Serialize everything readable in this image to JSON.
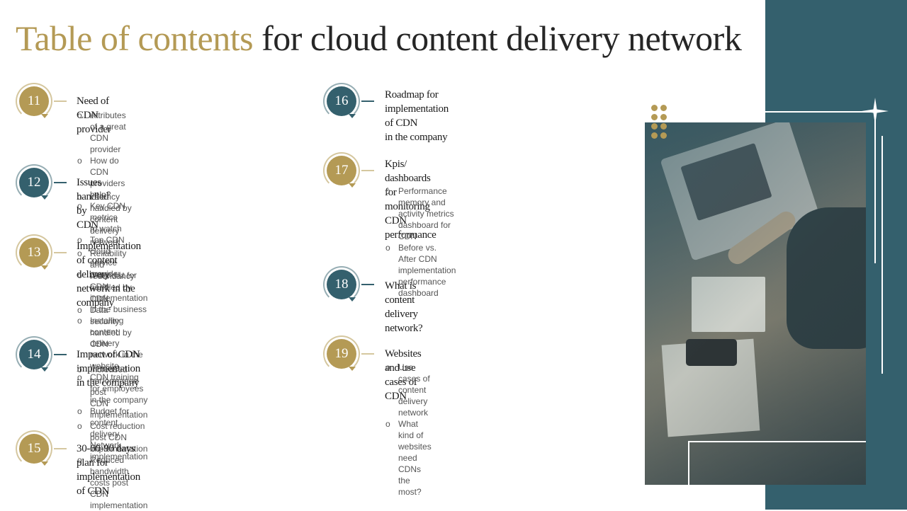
{
  "title": {
    "accent": "Table of contents",
    "rest": "for cloud content delivery network"
  },
  "colors": {
    "gold": "#b49a55",
    "teal": "#34606d",
    "panel": "#34606d"
  },
  "items": [
    {
      "number": "11",
      "heading": "Need of CDN provider",
      "subs": [
        "Attributes of a great CDN provider",
        "How do CDN providers help?",
        "Key CDN metrics to watch",
        "Top CDN cloud service provider"
      ]
    },
    {
      "number": "12",
      "heading": "Issues handled by CDN",
      "subs": [
        "Latency handled by content delivery network",
        "Reliability and redundancy handled by CDN",
        "Data security handled by CDN"
      ]
    },
    {
      "number": "13",
      "heading_lines": [
        "Implementation of content delivery",
        "network in the company"
      ],
      "subs": [
        "Checklist for CDN implementation in the business",
        "Installing content delivery network in the website",
        "CDN training for employees in the company",
        "Budget for content delivery",
        "Network implementation"
      ]
    },
    {
      "number": "14",
      "heading": "Impact of CDN implementation in the company",
      "subs": [
        "Increased performance post",
        "CDN implementation",
        "Cost reduction post CDN implementation",
        "Reduced bandwidth costs post",
        "CDN implementation"
      ]
    },
    {
      "number": "15",
      "heading": "30-60-90 days plan for implementation of CDN"
    },
    {
      "number": "16",
      "heading_lines": [
        "Roadmap for implementation of CDN",
        "in the company"
      ]
    },
    {
      "number": "17",
      "heading_lines": [
        "Kpis/ dashboards for monitoring",
        "CDN performance"
      ],
      "subs": [
        "Performance memory and activity metrics",
        "dashboard for CDN",
        "Before vs. After CDN implementation",
        "performance dashboard"
      ]
    },
    {
      "number": "18",
      "heading": "What is content delivery network?"
    },
    {
      "number": "19",
      "heading": "Websites and use cases of CDN",
      "subs": [
        "Use cases of content",
        "delivery network",
        "What kind of websites need",
        "CDNs the most?"
      ]
    }
  ]
}
